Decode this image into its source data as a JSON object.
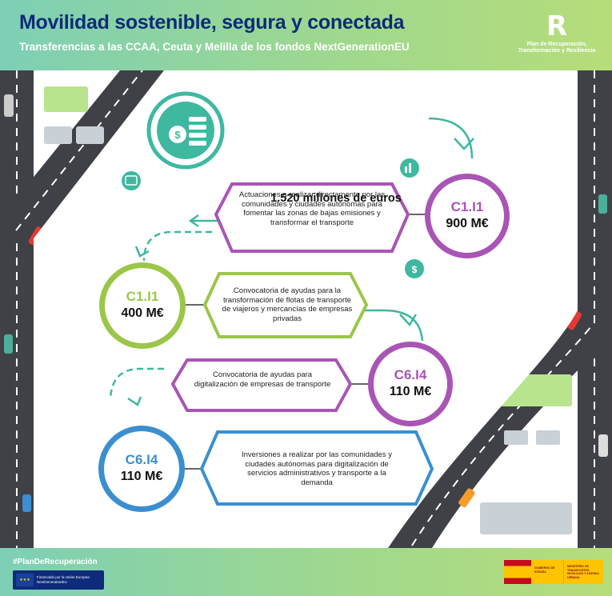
{
  "header": {
    "title": "Movilidad sostenible, segura y conectada",
    "subtitle": "Transferencias a las CCAA, Ceuta y Melilla de los fondos NextGenerationEU",
    "plan_logo_text": "Plan de Recuperación, Transformación y Resiliencia"
  },
  "total": "1.520 millones de euros",
  "nodes": [
    {
      "code": "C1.I1",
      "amount": "900 M€",
      "color": "#a855b5",
      "description": "Actuaciones a realizar directamente por las comunidades y ciudades autónomas para fomentar las zonas de bajas emisiones y transformar el transporte"
    },
    {
      "code": "C1.I1",
      "amount": "400 M€",
      "color": "#9cc64a",
      "description": "Convocatoria de ayudas para la transformación de flotas de transporte de viajeros y mercancías de empresas privadas"
    },
    {
      "code": "C6.I4",
      "amount": "110 M€",
      "color": "#a855b5",
      "description": "Convocatoria de ayudas para digitalización de empresas de transporte"
    },
    {
      "code": "C6.I4",
      "amount": "110 M€",
      "color": "#3b8fd0",
      "description": "Inversiones a realizar por las comunidades y ciudades autónomas para digitalización de servicios administrativos y transporte a la demanda"
    }
  ],
  "footer": {
    "hashtag": "#PlanDeRecuperación",
    "eu_text": "Financiado por la Unión Europea NextGenerationEU",
    "gov_text": "GOBIERNO DE ESPAÑA",
    "ministry_text": "MINISTERIO DE TRANSPORTES, MOVILIDAD Y AGENDA URBANA"
  },
  "colors": {
    "navy": "#0d2b7a",
    "green": "#46b98e",
    "purple": "#a855b5",
    "lime": "#9cc64a",
    "blue": "#3b8fd0"
  }
}
